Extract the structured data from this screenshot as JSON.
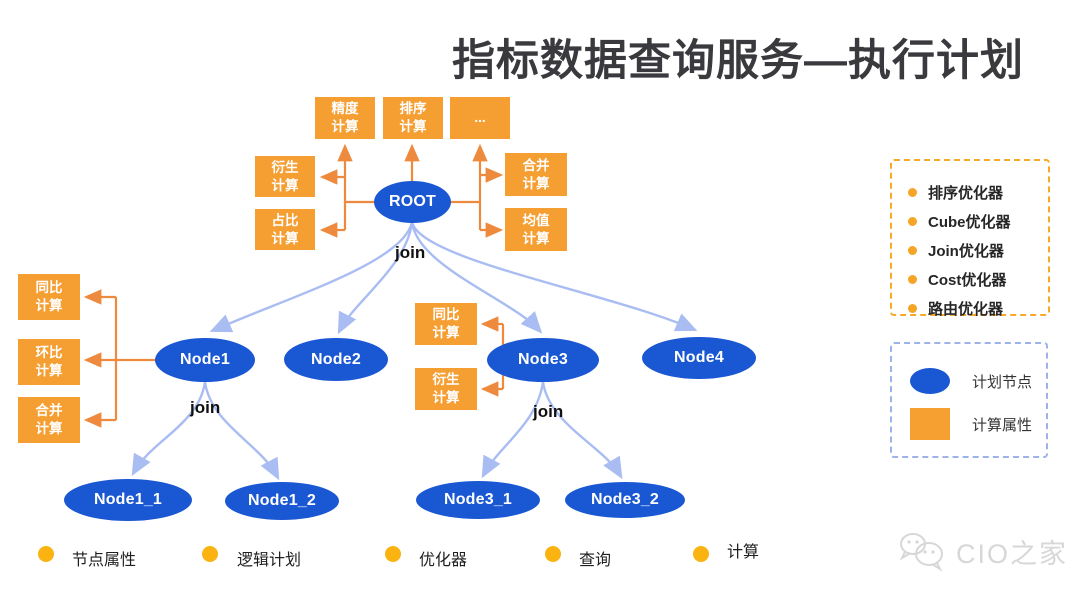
{
  "title": "指标数据查询服务—执行计划",
  "join_label": "join",
  "nodes": {
    "root": "ROOT",
    "node1": "Node1",
    "node2": "Node2",
    "node3": "Node3",
    "node4": "Node4",
    "node1_1": "Node1_1",
    "node1_2": "Node1_2",
    "node3_1": "Node3_1",
    "node3_2": "Node3_2"
  },
  "attr_boxes": {
    "jingdu": "精度\n计算",
    "paixu": "排序\n计算",
    "more": "...",
    "yansheng": "衍生\n计算",
    "zhanbi": "占比\n计算",
    "hebing": "合并\n计算",
    "junzhi": "均值\n计算",
    "tongbi": "同比\n计算",
    "huanbi": "环比\n计算"
  },
  "optimizer_panel": {
    "items": [
      "排序优化器",
      "Cube优化器",
      "Join优化器",
      "Cost优化器",
      "路由优化器"
    ]
  },
  "legend_panel": {
    "node_label": "计划节点",
    "attr_label": "计算属性"
  },
  "bottom_legend": {
    "items": [
      "节点属性",
      "逻辑计划",
      "优化器",
      "查询",
      "计算"
    ]
  },
  "watermark": "CIO之家",
  "colors": {
    "node_blue": "#1a57d2",
    "box_orange": "#f59e32",
    "connector_orange": "#ed8a3d",
    "connector_blue": "#a9bdf2",
    "bullet_yellow": "#fbb311",
    "title_gray": "#3a3a3e"
  }
}
